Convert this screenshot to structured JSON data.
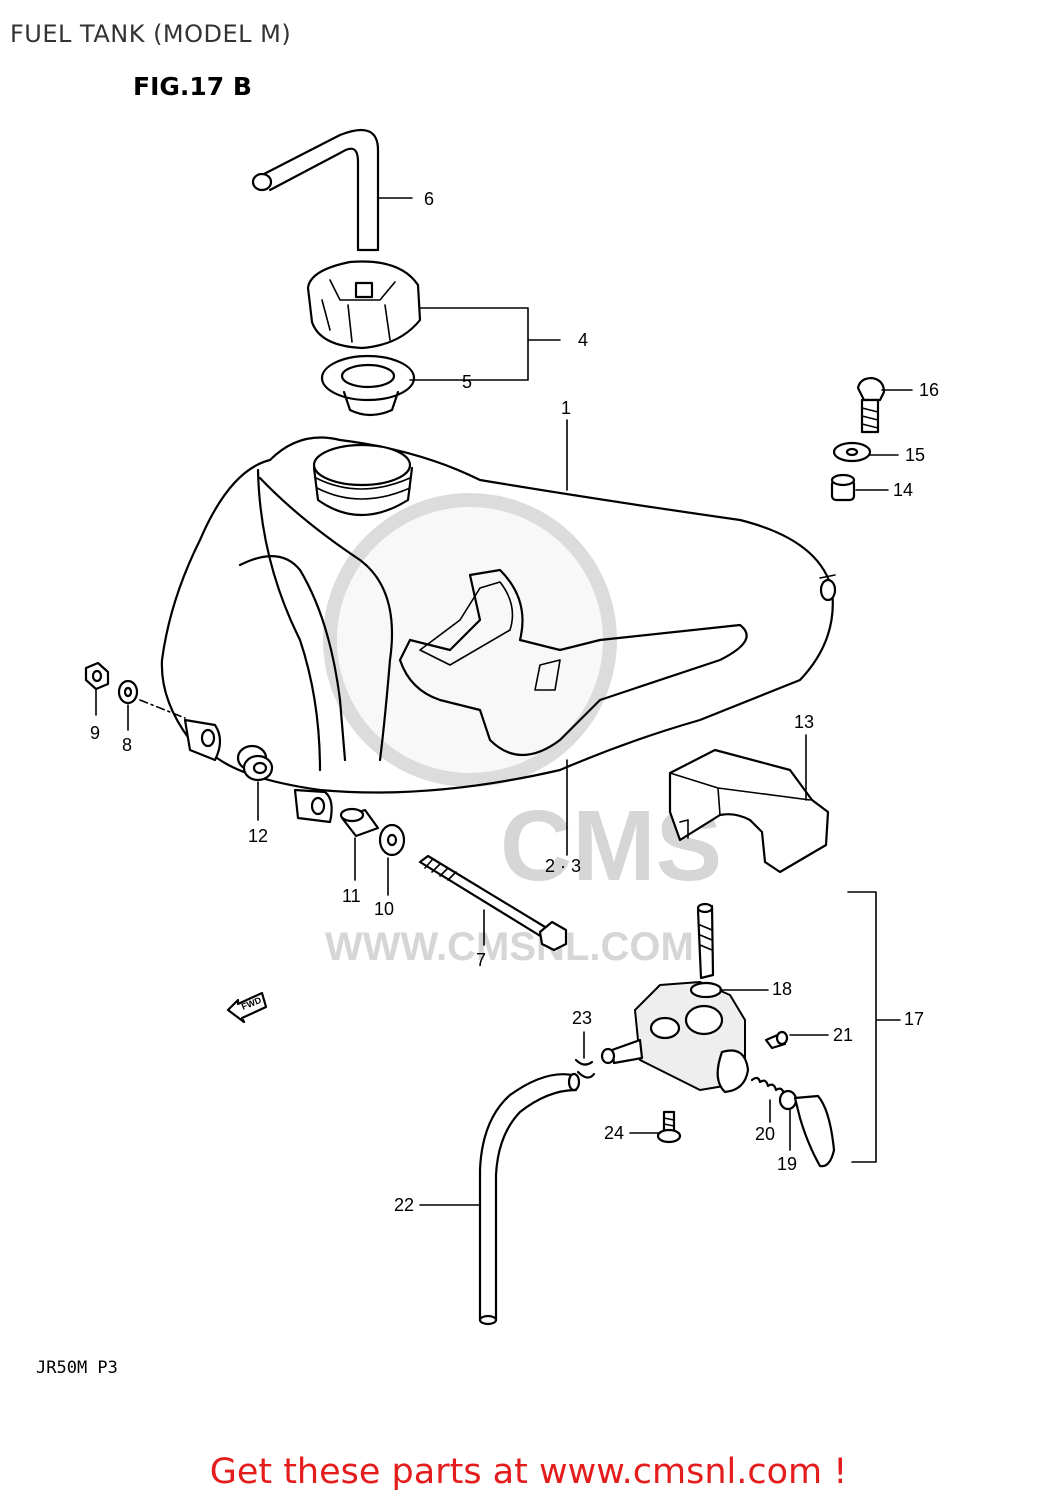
{
  "header": {
    "title": "FUEL TANK (MODEL M)",
    "figure": "FIG.17 B"
  },
  "watermark": {
    "brand": "CMS",
    "url": "WWW.CMSNL.COM"
  },
  "direction_indicator": "FWD",
  "callouts": [
    {
      "id": "c1",
      "text": "1"
    },
    {
      "id": "c23",
      "text": "2 · 3"
    },
    {
      "id": "c4",
      "text": "4"
    },
    {
      "id": "c5",
      "text": "5"
    },
    {
      "id": "c6",
      "text": "6"
    },
    {
      "id": "c7",
      "text": "7"
    },
    {
      "id": "c8",
      "text": "8"
    },
    {
      "id": "c9",
      "text": "9"
    },
    {
      "id": "c10",
      "text": "10"
    },
    {
      "id": "c11",
      "text": "11"
    },
    {
      "id": "c12",
      "text": "12"
    },
    {
      "id": "c13",
      "text": "13"
    },
    {
      "id": "c14",
      "text": "14"
    },
    {
      "id": "c15",
      "text": "15"
    },
    {
      "id": "c16",
      "text": "16"
    },
    {
      "id": "c17",
      "text": "17"
    },
    {
      "id": "c18",
      "text": "18"
    },
    {
      "id": "c19",
      "text": "19"
    },
    {
      "id": "c20",
      "text": "20"
    },
    {
      "id": "c21",
      "text": "21"
    },
    {
      "id": "c22",
      "text": "22"
    },
    {
      "id": "c23b",
      "text": "23"
    },
    {
      "id": "c24",
      "text": "24"
    }
  ],
  "footer": {
    "model_code": "JR50M  P3",
    "cta": "Get these parts at www.cmsnl.com !"
  },
  "colors": {
    "cta": "#e51c1c",
    "line": "#000000",
    "watermark": "#d0d0d0"
  }
}
